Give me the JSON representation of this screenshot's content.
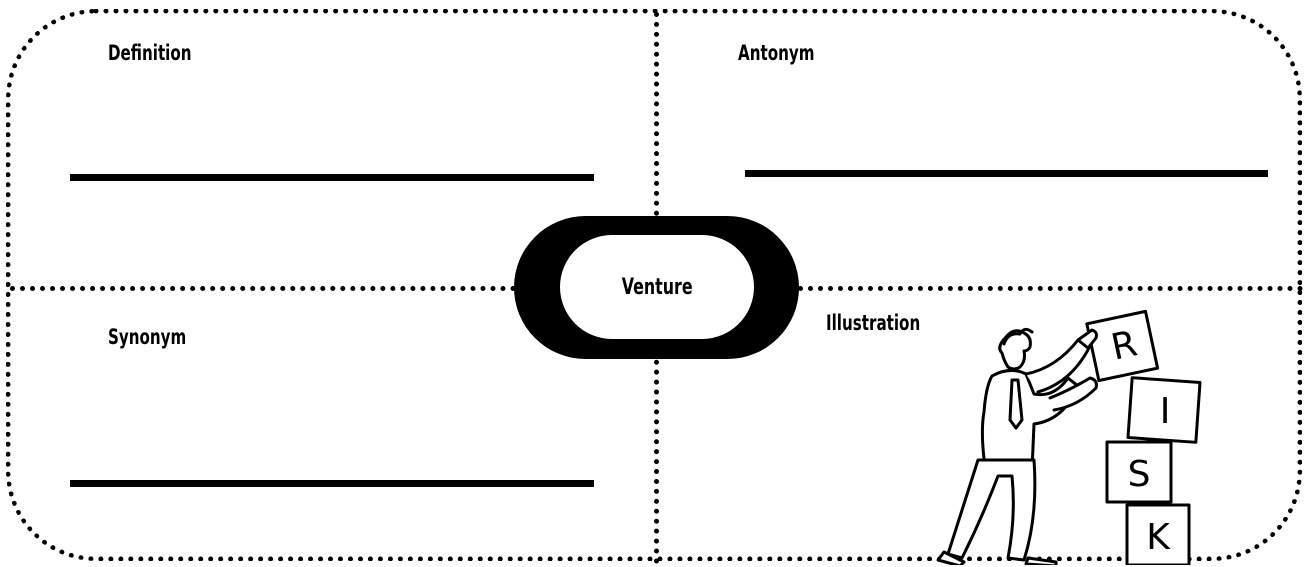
{
  "quadrants": {
    "definition": {
      "label": "Definition"
    },
    "antonym": {
      "label": "Antonym"
    },
    "synonym": {
      "label": "Synonym"
    },
    "illustration": {
      "label": "Illustration"
    }
  },
  "center_word": "Venture",
  "illustration": {
    "icon": "person-stacking-risk-blocks",
    "blocks": [
      "R",
      "I",
      "S",
      "K"
    ]
  }
}
